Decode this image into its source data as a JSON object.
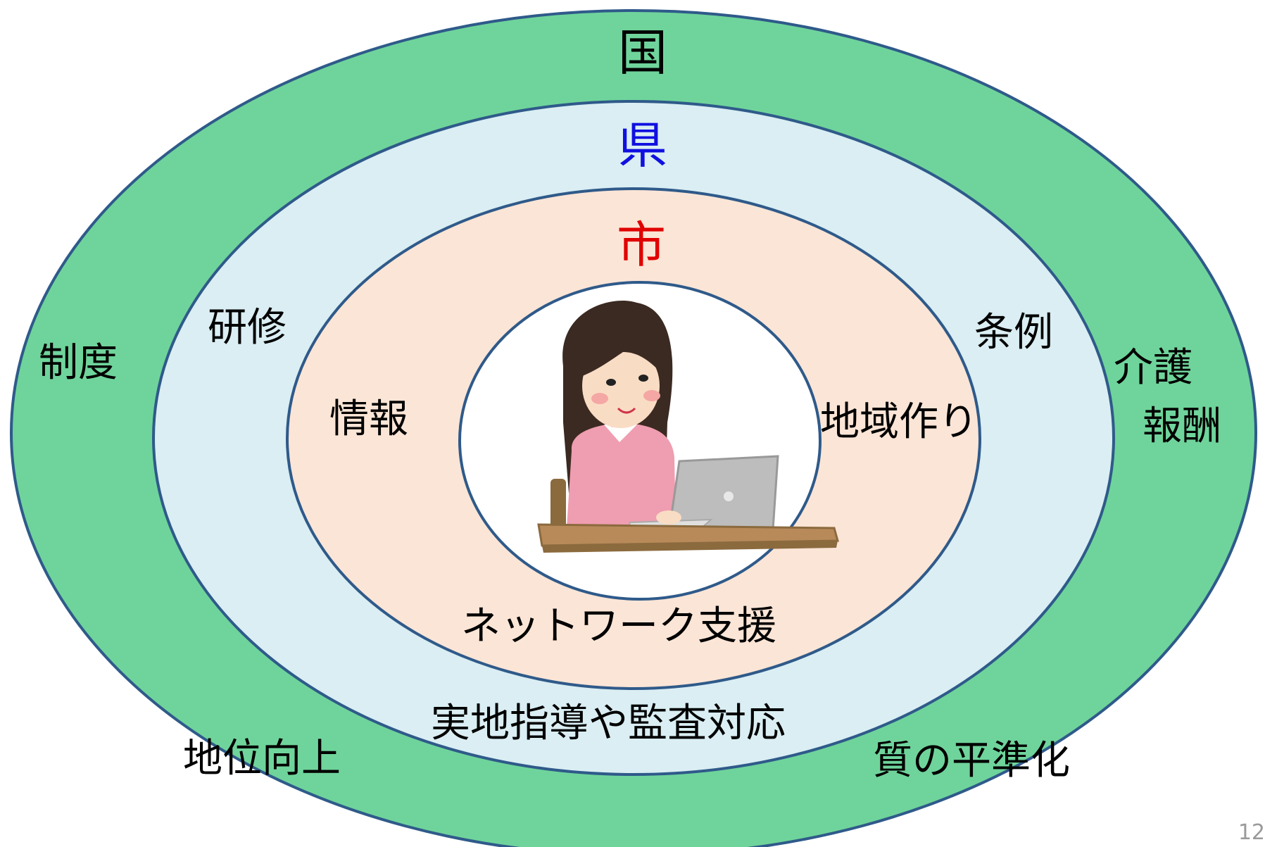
{
  "rings": {
    "country": {
      "label": "国",
      "fill": "#6FD49B",
      "label_color": "#000000"
    },
    "prefecture": {
      "label": "県",
      "fill": "#DAEEF3",
      "label_color": "#1010E0"
    },
    "city": {
      "label": "市",
      "fill": "#FBE5D6",
      "label_color": "#E00000"
    },
    "center": {
      "fill": "#FFFFFF",
      "illustration": "woman-at-laptop"
    },
    "outline_color": "#2F5A8A"
  },
  "labels": {
    "country_items": [
      "制度",
      "介護",
      "報酬",
      "地位向上",
      "質の平準化"
    ],
    "prefecture_items": [
      "研修",
      "条例",
      "実地指導や監査対応"
    ],
    "city_items": [
      "情報",
      "地域作り",
      "ネットワーク支援"
    ]
  },
  "page_number": "12"
}
